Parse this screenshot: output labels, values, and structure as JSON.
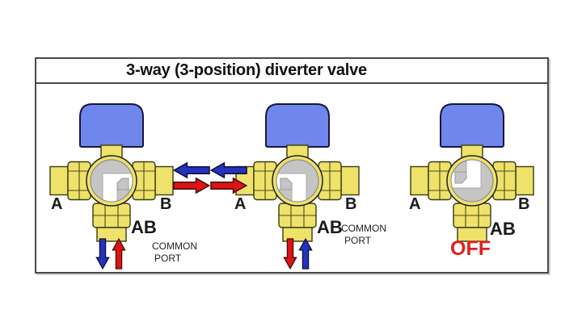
{
  "title": "3-way (3-position) diverter valve",
  "colors": {
    "actuator_blue": "#6f87ed",
    "body_yellow": "#eee26a",
    "ball_gray": "#c5c5c5",
    "arrow_blue": "#2433bb",
    "arrow_red": "#dc1414",
    "off_red": "#e01f1f",
    "panel_border": "#4a4a4a"
  },
  "valves": [
    {
      "state": "flow between B and AB",
      "ports": {
        "left": "A",
        "right": "B",
        "bottom": "AB"
      },
      "note": {
        "line1": "COMMON",
        "line2": "PORT"
      },
      "arrows": [
        {
          "location": "right-of-B",
          "color": "blue",
          "direction": "left"
        },
        {
          "location": "right-of-B",
          "color": "red",
          "direction": "right"
        },
        {
          "location": "below-AB",
          "color": "blue",
          "direction": "down"
        },
        {
          "location": "below-AB",
          "color": "red",
          "direction": "up"
        }
      ]
    },
    {
      "state": "flow between A and AB",
      "ports": {
        "left": "A",
        "right": "B",
        "bottom": "AB"
      },
      "note": {
        "line1": "COMMON",
        "line2": "PORT"
      },
      "arrows": [
        {
          "location": "left-of-A",
          "color": "blue",
          "direction": "left"
        },
        {
          "location": "left-of-A",
          "color": "red",
          "direction": "right"
        },
        {
          "location": "below-AB",
          "color": "red",
          "direction": "down"
        },
        {
          "location": "below-AB",
          "color": "blue",
          "direction": "up"
        }
      ]
    },
    {
      "state": "OFF",
      "ports": {
        "left": "A",
        "right": "B",
        "bottom": "AB"
      },
      "off_label": "OFF",
      "arrows": []
    }
  ]
}
